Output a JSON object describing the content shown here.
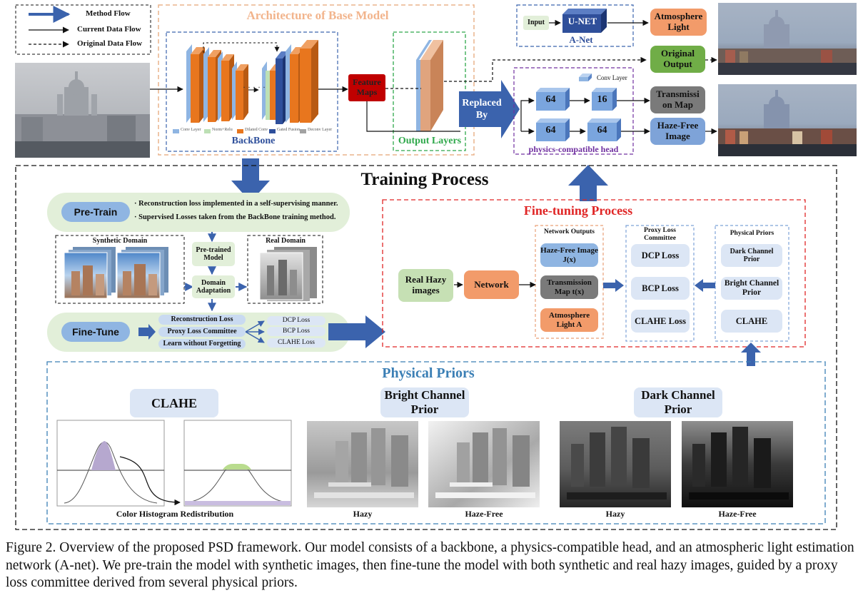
{
  "legend": {
    "method_flow": "Method Flow",
    "current_flow": "Current Data Flow",
    "original_flow": "Original Data Flow"
  },
  "base_model": {
    "title": "Architecture of Base Model",
    "backbone": "BackBone",
    "feature_maps": "Feature Maps",
    "output_layers": "Output Layers",
    "layer_legend": [
      "Conv Layer",
      "Norm+Relu",
      "Dilated Conv",
      "Gated Fusion",
      "Deconv Layer"
    ]
  },
  "anet": {
    "input": "Input",
    "unet": "U-NET",
    "name": "A-Net",
    "atmosphere": "Atmosphere Light"
  },
  "head": {
    "original_output": "Original Output",
    "replaced_by": "Replaced By",
    "conv_layer": "Conv Layer",
    "c64a": "64",
    "c16": "16",
    "c64b": "64",
    "c64c": "64",
    "transmission": "Transmission Map",
    "transmission_l1": "Transmissi",
    "transmission_l2": "on Map",
    "haze_free": "Haze-Free Image",
    "title": "physics-compatible head"
  },
  "training": {
    "title": "Training Process",
    "pretrain": "Pre-Train",
    "pretrain_note1": "· Reconstruction loss implemented in a self-supervising manner.",
    "pretrain_note2": "· Supervised Losses taken from the BackBone training method.",
    "synthetic_domain": "Synthetic Domain",
    "pretrained_model": "Pre-trained Model",
    "domain_adaptation": "Domain Adaptation",
    "real_domain": "Real Domain",
    "finetune": "Fine-Tune",
    "losses": [
      "Reconstruction Loss",
      "Proxy Loss Committee",
      "Learn without Forgetting"
    ],
    "sub_losses": [
      "DCP Loss",
      "BCP Loss",
      "CLAHE Loss"
    ]
  },
  "finetuning": {
    "title": "Fine-tuning Process",
    "real_hazy": "Real Hazy images",
    "network": "Network",
    "network_outputs": "Network Outputs",
    "outputs": [
      "Haze-Free Image J(x)",
      "Transmission Map t(x)",
      "Atmosphere Light A"
    ],
    "committee_title": "Proxy Loss Committee",
    "committee": [
      "DCP Loss",
      "BCP Loss",
      "CLAHE Loss"
    ],
    "priors_title": "Physical Priors",
    "priors": [
      "Dark Channel Prior",
      "Bright Channel Prior",
      "CLAHE"
    ]
  },
  "priors_panel": {
    "title": "Physical Priors",
    "clahe": "CLAHE",
    "bcp": "Bright Channel Prior",
    "dcp": "Dark Channel Prior",
    "hist_caption": "Color Histogram Redistribution",
    "hazy": "Hazy",
    "haze_free": "Haze-Free"
  },
  "caption": "Figure 2. Overview of the proposed PSD framework. Our model consists of a backbone, a physics-compatible head, and an atmospheric light estimation network (A-net). We pre-train the model with synthetic images, then fine-tune the model with both synthetic and real hazy images, guided by a proxy loss committee derived from several physical priors.",
  "colors": {
    "method_arrow": "#3b63ad",
    "orange": "#e9a077",
    "green": "#70ad47",
    "red": "#c00000",
    "light_blue": "#dce6f5",
    "light_green": "#e2efd9"
  }
}
